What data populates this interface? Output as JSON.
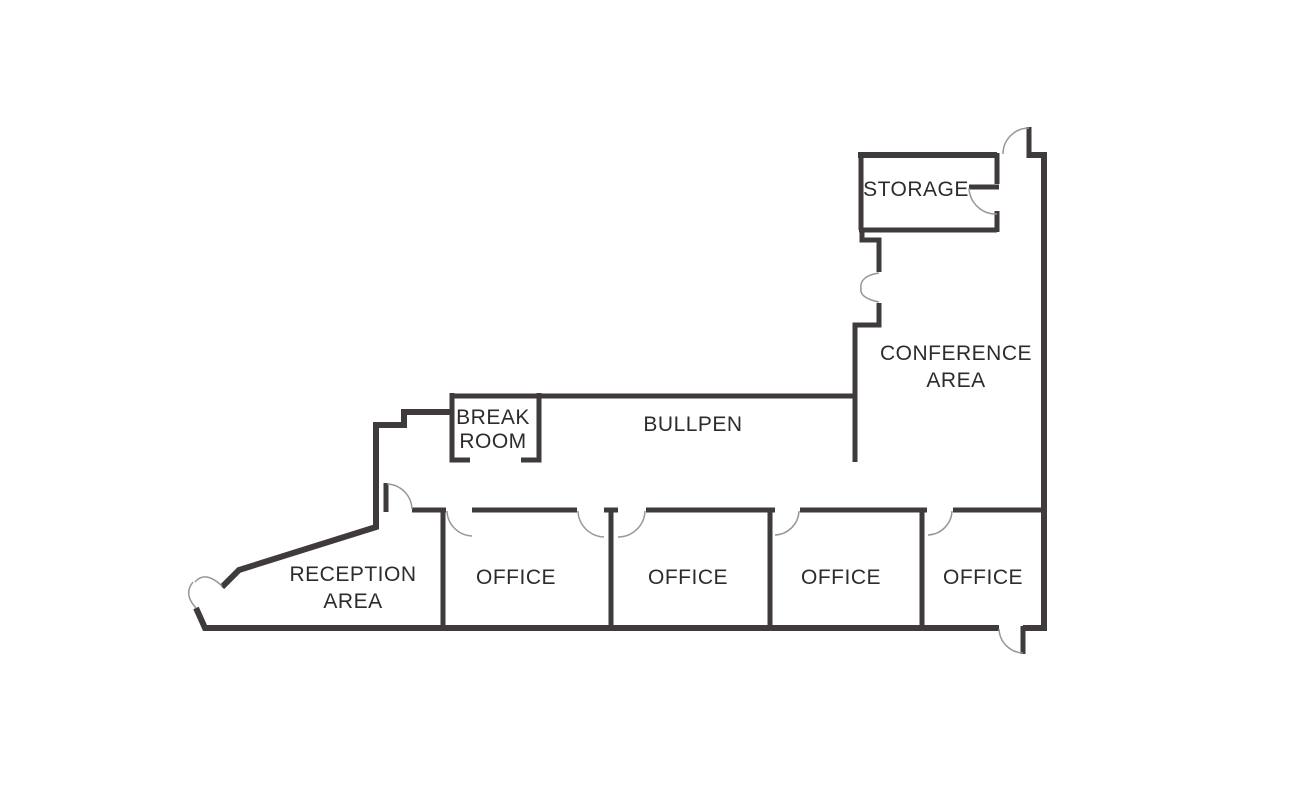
{
  "theme": {
    "wall_color": "#3f3b3a",
    "door_arc_color": "#9a9693",
    "text_color": "#2e2b2a",
    "background": "#ffffff"
  },
  "rooms": {
    "storage": {
      "lines": [
        "STORAGE"
      ]
    },
    "conference": {
      "lines": [
        "CONFERENCE",
        "AREA"
      ]
    },
    "bullpen": {
      "lines": [
        "BULLPEN"
      ]
    },
    "break_room": {
      "lines": [
        "BREAK",
        "ROOM"
      ]
    },
    "reception": {
      "lines": [
        "RECEPTION",
        "AREA"
      ]
    },
    "office_1": {
      "lines": [
        "OFFICE"
      ]
    },
    "office_2": {
      "lines": [
        "OFFICE"
      ]
    },
    "office_3": {
      "lines": [
        "OFFICE"
      ]
    },
    "office_4": {
      "lines": [
        "OFFICE"
      ]
    }
  }
}
